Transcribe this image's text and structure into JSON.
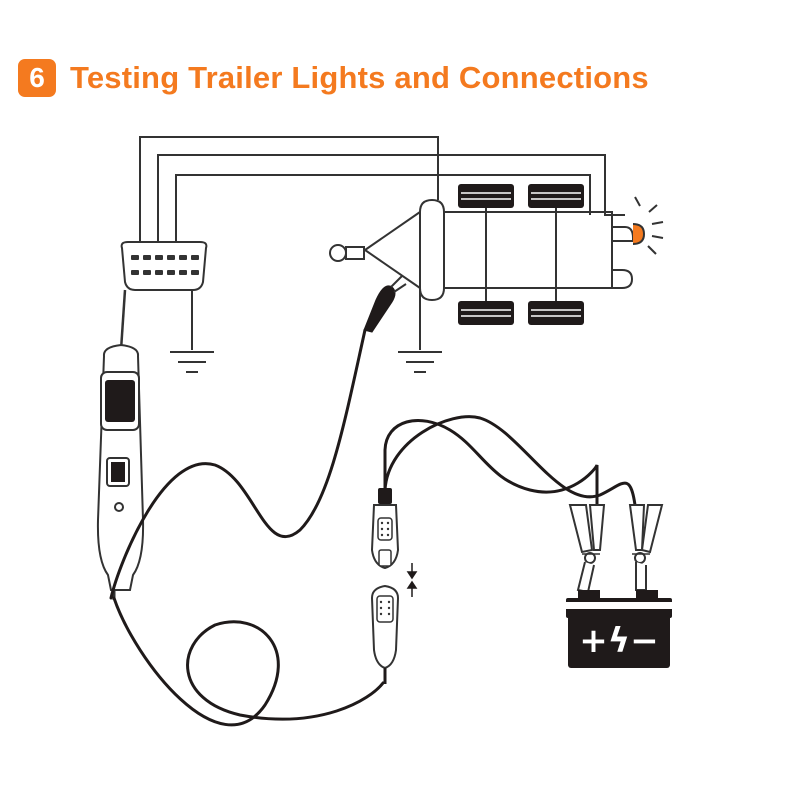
{
  "header": {
    "step_number": "6",
    "title": "Testing Trailer Lights and Connections"
  },
  "battery": {
    "terminals": "+ϟ−"
  },
  "colors": {
    "accent": "#f47a1f",
    "ink": "#1f1a1a",
    "line": "#333333"
  }
}
